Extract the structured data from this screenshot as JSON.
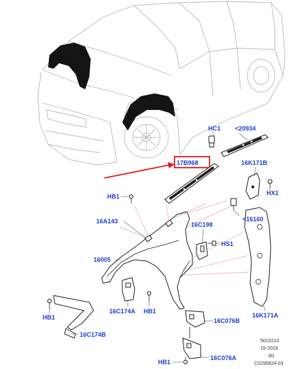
{
  "colors": {
    "callout_text": "#1a3fd6",
    "highlight": "#e21b1b",
    "part_line": "#1b1b1b",
    "vehicle_outline": "#b8b8b8",
    "guide_lines": "#e7a6a6"
  },
  "callouts": {
    "hc1": "HC1",
    "p20934": "<20934",
    "p17b968": "17B968",
    "p16k171b": "16K171B",
    "hb1_top": "HB1",
    "hx1": "HX1",
    "p16a143": "16A143",
    "p16c198": "16C198",
    "p16160": "<16160",
    "hs1": "HS1",
    "p16005": "16005",
    "hb1_left": "HB1",
    "p16c174a": "16C174A",
    "hb1_mid": "HB1",
    "p16k171a": "16K171A",
    "p16c076b": "16C076B",
    "p16c174b": "16C174B",
    "hb1_bottom": "HB1",
    "p16c076a": "16C076A"
  },
  "reference": {
    "line1": "5010210",
    "line2": "15-2019",
    "line3": "3G",
    "line4": "C0290624-03"
  }
}
